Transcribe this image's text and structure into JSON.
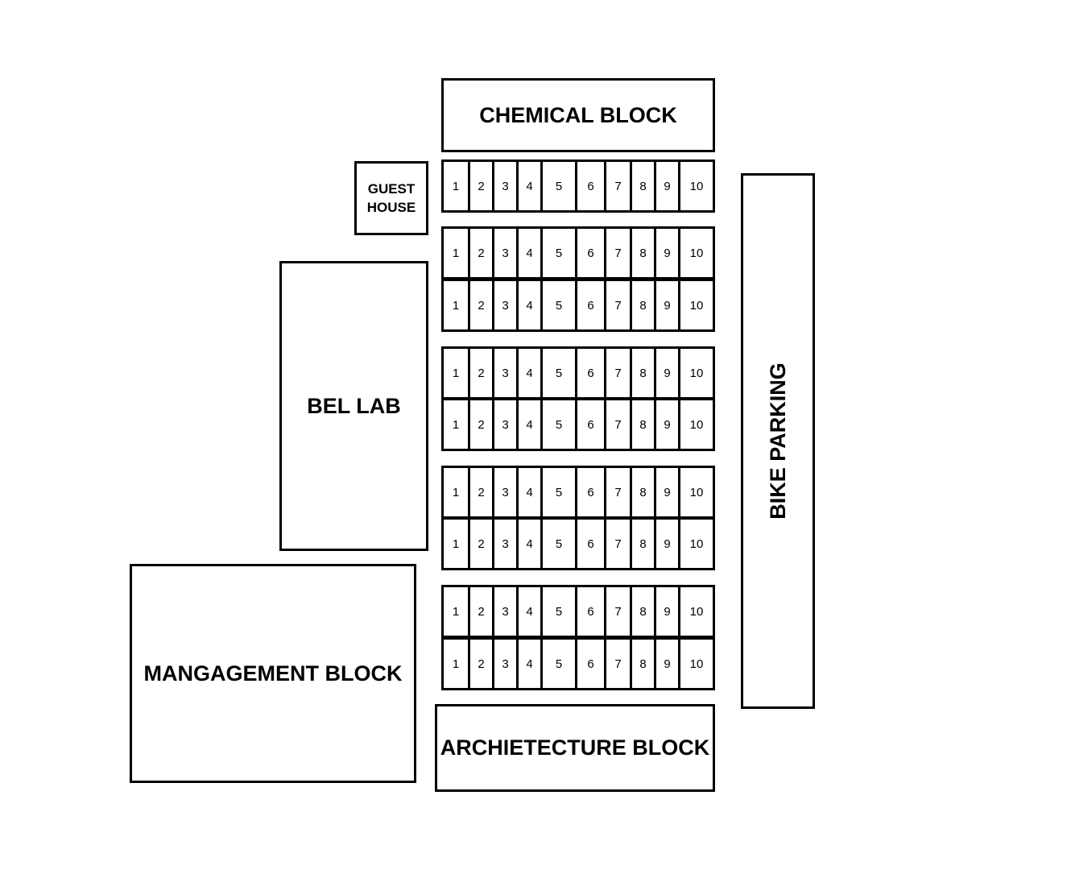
{
  "buildings": {
    "chemical_block": "CHEMICAL BLOCK",
    "guest_house": "GUEST\nHOUSE",
    "bel_lab": "BEL LAB",
    "management_block": "MANGAGEMENT BLOCK",
    "architecture_block": "ARCHIETECTURE BLOCK",
    "bike_parking": "BIKE PARKING"
  },
  "parking": {
    "slot_labels": [
      "1",
      "2",
      "3",
      "4",
      "5",
      "6",
      "7",
      "8",
      "9",
      "10"
    ],
    "row_count": 9
  }
}
